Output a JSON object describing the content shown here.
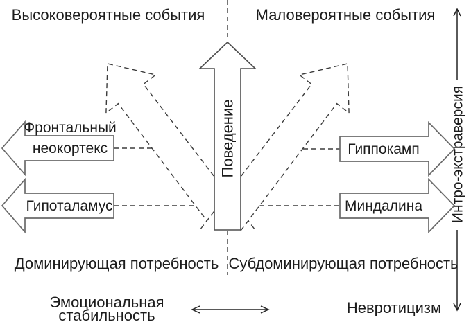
{
  "diagram": {
    "labels": {
      "top_left": "Высоковероятные события",
      "top_right": "Маловероятные события",
      "center_arrow": "Поведение",
      "left_box1_line1": "Фронтальный",
      "left_box1_line2": "неокортекс",
      "left_box2": "Гипоталамус",
      "right_box1": "Гиппокамп",
      "right_box2": "Миндалина",
      "bottom_left": "Доминирующая потребность",
      "bottom_right": "Субдоминирующая потребность",
      "right_axis": "Интро-экстраверсия",
      "bottom_axis_left_line1": "Эмоциональная",
      "bottom_axis_left_line2": "стабильность",
      "bottom_axis_right": "Невротицизм"
    },
    "colors": {
      "background": "#ffffff",
      "text": "#1c1c1c",
      "dashed_line": "#3c3c3c",
      "shape_border": "#6a6a6a",
      "center_arrow_border": "#4f4f4f",
      "axis_line": "#222222"
    }
  }
}
